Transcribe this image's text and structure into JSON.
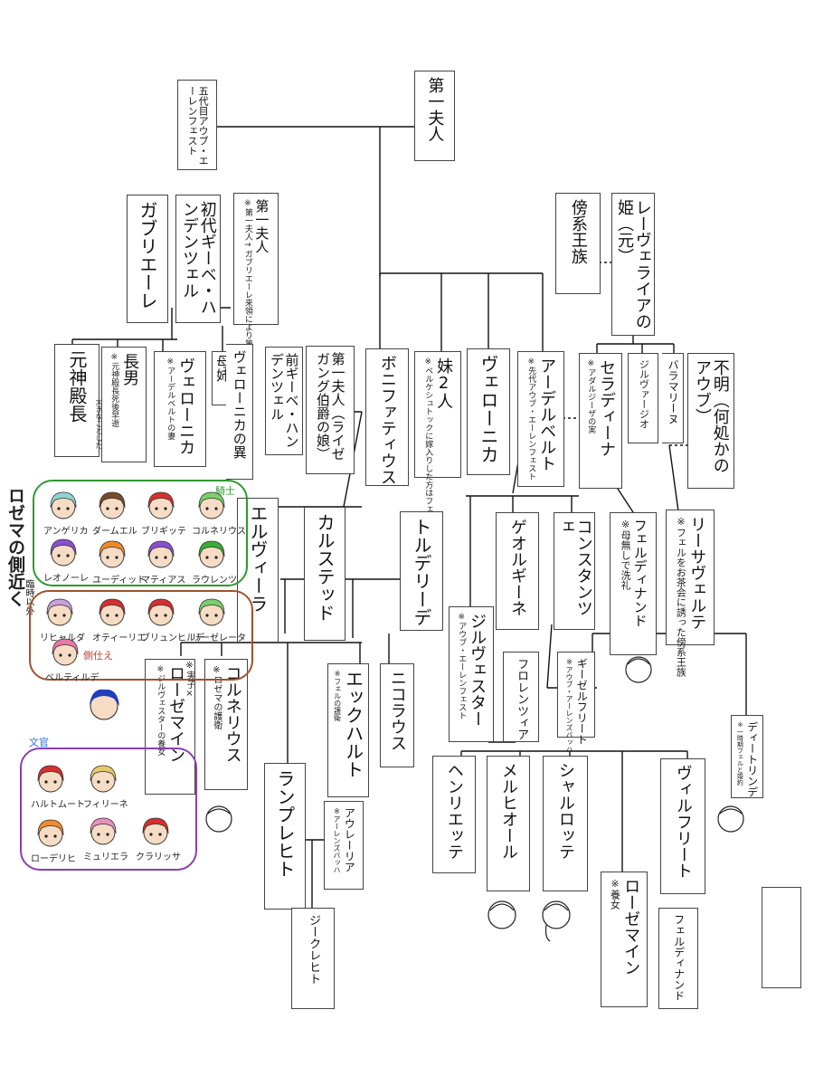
{
  "persons": {
    "daiichi_fujin_top": "第一夫人",
    "godaime_aub": "五代目アウブ・エーレンフェスト",
    "gabriele": "ガブリエーレ",
    "shodai_giebe": "初代ギーベ・ハンデンツェル",
    "daiichi_fujin_2": "第一夫人",
    "daiichi_fujin_2_note": "※第一夫人→ガブリエーレ来領により第二夫人→第一夫人",
    "bokei_ouzoku": "傍系王族",
    "levelaia": "レーヴェライアの姫（元）",
    "moto_shindencho": "元神殿長",
    "moto_shindencho_hw": "大きなことした",
    "chounan": "長男",
    "chounan_note": "※元神殿長死後早逝",
    "veronica_1": "ヴェローニカ",
    "veronica_1_note": "※アーデルベルトの妻",
    "boshi": "母姉",
    "veronica_no_i": "ヴェローニカの異",
    "mae_giebe": "前ギーベ・ハンデンツェル",
    "daiichi_fujin_3": "第一夫人（ライゼガング伯爵の娘）",
    "bonifatius": "ボニファティウス",
    "imouto_2nin": "妹2人",
    "imouto_note": "※ベルケシュトックに嫁入りした方はフェルのエスコート相手",
    "veronica_2": "ヴェローニカ",
    "adelbert": "アーデルベルト",
    "adelbert_note": "※先代アウブ・エーレンフェスト",
    "seladina": "セラディーナ",
    "seladina_note": "※アダルジーザの実",
    "jilvagio": "ジルヴァージオ",
    "baramarine": "バラマリーヌ",
    "fumei": "不明（何処かのアウブ）",
    "elvira": "エルヴィーラ",
    "karstedt": "カルステッド",
    "trudeliede": "トルデリーデ",
    "georgine": "ゲオルギーネ",
    "constanze": "コンスタンツェ",
    "ferdinand_1": "フェルディナンド",
    "ferdinand_1_note": "※母無しで洗礼",
    "riesaguelte": "リーサヴェルテ",
    "riesaguelte_note": "※フェルをお茶会に誘った傍系王族",
    "jilvester": "ジルヴェスター",
    "jilvester_note": "※アウブ・エーレンフェスト",
    "florencia": "フロレンツィア",
    "giebelfried": "ギーゼルフリート",
    "giebelfried_note": "※アウブ・アーレンズバッハ",
    "detlinde": "ディートリンデ",
    "detlinde_note": "※一時期フェルと婚約",
    "rozemyne_1": "ローゼマイン",
    "rozemyne_1_note": "※ジルヴェスターの養女",
    "rozemyne_1_hw": "※実子×",
    "cornelius": "コルネリウス",
    "cornelius_hw": "※ロゼマの護衛",
    "eckhart": "エックハルト",
    "eckhart_hw": "※フェルの護衛",
    "nikolaus": "ニコラウス",
    "henrietta": "ヘンリエッテ",
    "melchior": "メルヒオール",
    "charlotte": "シャルロッテ",
    "wilfried": "ヴィルフリート",
    "lamprecht": "ランプレヒト",
    "aurelia": "アウレーリア",
    "aurelia_hw": "※アーレンズバッハ",
    "rozemyne_2": "ローゼマイン",
    "rozemyne_2_note": "※養女",
    "ferdinand_2": "フェルディナンド",
    "siegrecht": "ジークレヒト"
  },
  "retainers": {
    "title": "ロゼマの側近く",
    "title_note": "臨時以外",
    "knights_tag": "騎士",
    "attendants_tag": "側仕え",
    "scholars_tag": "文官",
    "knights": [
      "アンゲリカ",
      "ダームエル",
      "ブリギッテ",
      "コルネリウス",
      "レオノーレ",
      "ユーディット",
      "マティアス",
      "ラウレンツ"
    ],
    "attendants": [
      "リヒャルダ",
      "オティーリエ",
      "ブリュンヒルデ",
      "リーゼレータ",
      "ベルティルデ"
    ],
    "scholars": [
      "ハルトムート",
      "フィリーネ",
      "ローデリヒ",
      "ミュリエラ",
      "クラリッサ"
    ]
  },
  "colors": {
    "knights_border": "#2e9a2e",
    "attendants_border": "#a0522d",
    "scholars_border": "#8a3fb0"
  },
  "icons": [
    "face-sketch-icon"
  ]
}
